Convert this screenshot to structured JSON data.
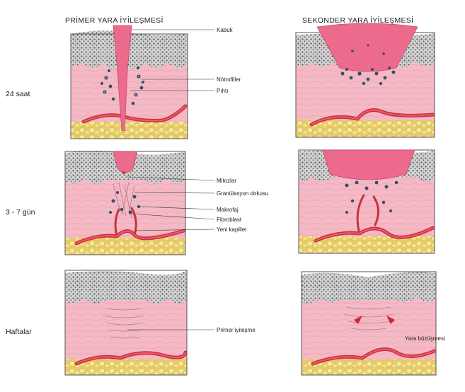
{
  "headers": {
    "primary": "PRİMER YARA İYİLEŞMESİ",
    "secondary": "SEKONDER YARA İYİLEŞMESİ"
  },
  "rows": [
    "24 saat",
    "3 - 7 gün",
    "Haftalar"
  ],
  "labels": {
    "kabuk": "Kabuk",
    "notrofiller": "Nötrofiller",
    "pihti": "Pıhtı",
    "mitozlar": "Mitozlar",
    "granulasyon": "Granülasyon dokusu",
    "makrofaj": "Makrofaj",
    "fibroblast": "Fibroblast",
    "yeni_kapiller": "Yeni kapiller",
    "primer_iyilesme": "Primer iyileşme",
    "yara_buzulmesi": "Yara büzüşmesi"
  },
  "colors": {
    "dermis": "#f2b4c0",
    "epidermis": "#cfcfcf",
    "epidermis_dot": "#5a5a5a",
    "fat": "#f0df8c",
    "vessel": "#d9333f",
    "scab": "#ee6f8e",
    "cell": "#2f4f6f"
  }
}
